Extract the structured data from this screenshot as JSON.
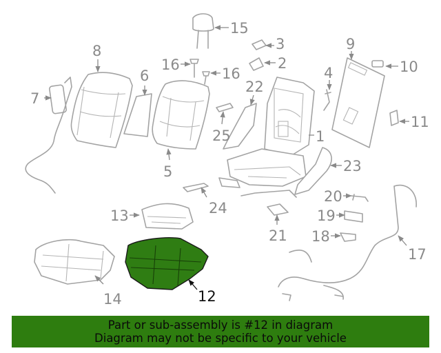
{
  "diagram": {
    "callouts": [
      "1",
      "2",
      "3",
      "4",
      "5",
      "6",
      "7",
      "8",
      "9",
      "10",
      "11",
      "12",
      "13",
      "14",
      "15",
      "16",
      "16",
      "17",
      "18",
      "19",
      "20",
      "21",
      "22",
      "23",
      "24",
      "25"
    ],
    "highlight_part": "12",
    "highlight_color": "#2e7d0f"
  },
  "banner": {
    "line1": "Part or sub-assembly is #12 in diagram",
    "line2": "Diagram may not be specific to your vehicle"
  }
}
